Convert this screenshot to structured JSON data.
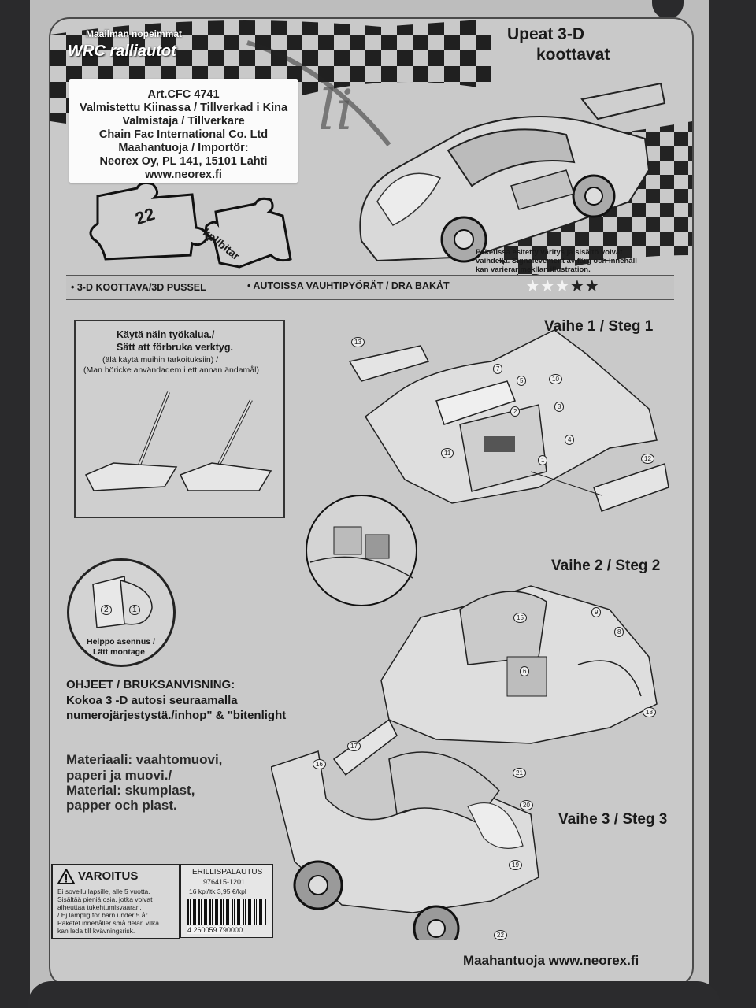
{
  "brand": {
    "tagline": "Maailman nopeimmat",
    "title": "WRC ralliautot"
  },
  "headline": {
    "line1": "Upeat 3-D",
    "line2": "koottavat"
  },
  "sticker": {
    "lines": [
      "Art.CFC 4741",
      "Valmistettu Kiinassa / Tillverkad i Kina",
      "Valmistaja / Tillverkare",
      "Chain Fac International Co. Ltd",
      "Maahantuoja / Importör:",
      "Neorex Oy, PL 141, 15101 Lahti",
      "www.neorex.fi"
    ]
  },
  "pieces": {
    "count": "22",
    "unit": "kpl/bitar"
  },
  "disclaimer": {
    "line1": "Paketissa esitetty väritys ja sisältö voivat",
    "line2": "vaihdella. Signalevement av färg och innehåll",
    "line3": "kan varierar mekllan illustration."
  },
  "band": {
    "item1": "• 3-D KOOTTAVA/3D PUSSEL",
    "item2": "• AUTOISSA VAUHTIPYÖRÄT / DRA BAKÅT"
  },
  "difficulty": {
    "stars_filled": 3,
    "stars_total": 5
  },
  "tool_panel": {
    "line1": "Käytä näin työkalua./",
    "line2": "Sätt att förbruka verktyg.",
    "line3": "(älä käytä muihin tarkoituksiin) /",
    "line4": "(Man böricke användadem i ett annan ändamål)"
  },
  "steps": {
    "step1": "Vaihe 1 / Steg 1",
    "step2": "Vaihe 2 / Steg 2",
    "step3": "Vaihe 3 / Steg 3"
  },
  "easy_mount": {
    "line1": "Helppo asennus /",
    "line2": "Lätt montage"
  },
  "instructions": {
    "title": "OHJEET / BRUKSANVISNING:",
    "line1": "Kokoa 3 -D autosi seuraamalla",
    "line2": "numerojärjestystä./inhop\" & \"bitenlight"
  },
  "material": {
    "line1": "Materiaali: vaahtomuovi,",
    "line2": "paperi ja muovi./",
    "line3": "Material: skumplast,",
    "line4": "papper och plast."
  },
  "warning": {
    "title": "VAROITUS",
    "lines": [
      "Ei sovellu lapsille, alle 5 vuotta.",
      "Sisältää pieniä osia, jotka voivat",
      "aiheuttaa tukehtumisvaaran.",
      "/ Ej lämplig för barn under 5 år.",
      "Paketet innehåller små delar, vilka",
      "kan leda till kvävningsrisk."
    ]
  },
  "spare": {
    "title": "ERILLISPALAUTUS",
    "code": "976415-1201",
    "price": "16 kpl/ltk 3,95 €/kpl",
    "barcode": "4 260059 790000"
  },
  "footer": {
    "importer": "Maahantuoja www.neorex.fi"
  },
  "callouts": {
    "s1": [
      "13",
      "7",
      "5",
      "10",
      "2",
      "3",
      "4",
      "1",
      "11",
      "12"
    ],
    "s2": [
      "15",
      "9",
      "8",
      "6",
      "18"
    ],
    "s3": [
      "17",
      "16",
      "21",
      "20",
      "19",
      "22"
    ]
  },
  "mount_labels": [
    "2",
    "1"
  ],
  "colors": {
    "card": "#c9c9c9",
    "ink": "#1a1a1a",
    "table": "#2a2a2c",
    "sticker": "#fbfbfb"
  }
}
